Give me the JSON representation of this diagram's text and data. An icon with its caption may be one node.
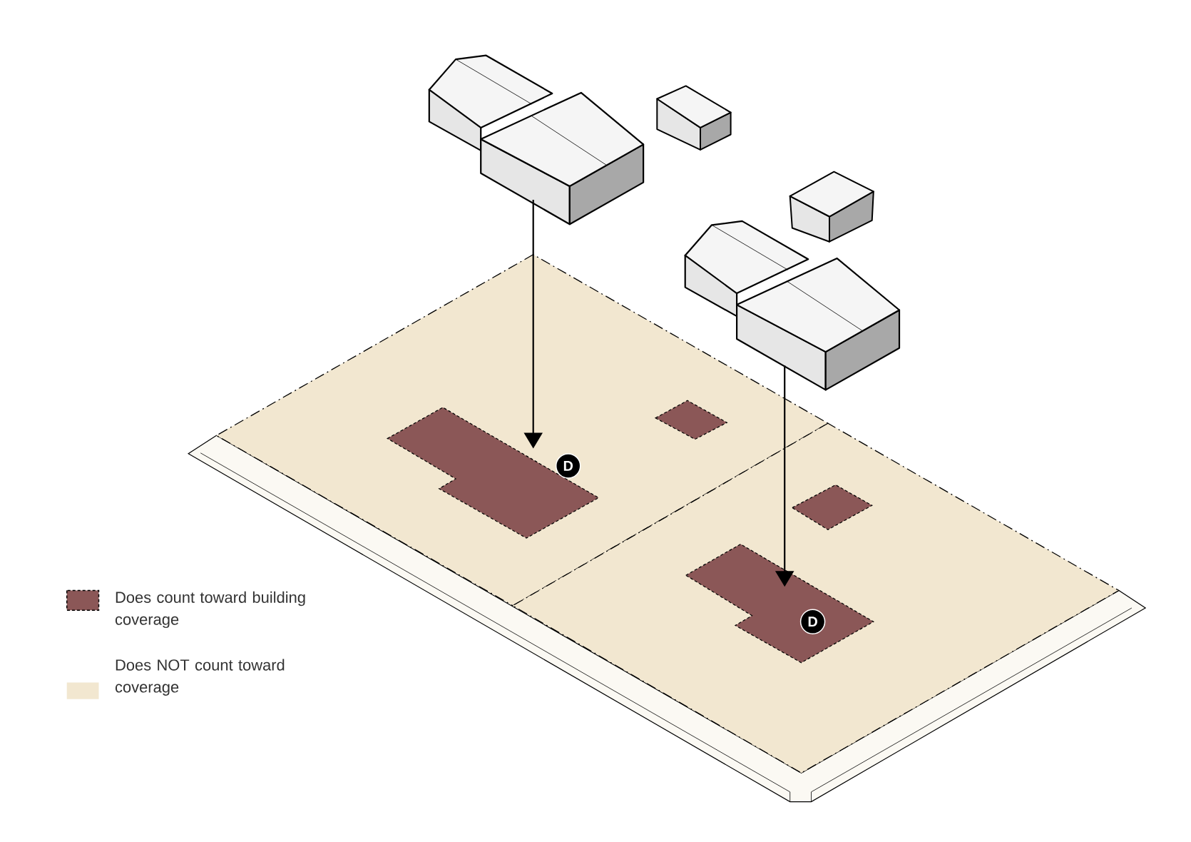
{
  "diagram": {
    "nodes": [
      {
        "text": [],
        "shape": "house"
      },
      {
        "text": [],
        "shape": "box"
      },
      {
        "text": [
          "D"
        ]
      },
      {
        "text": [],
        "shape": "house"
      },
      {
        "text": [],
        "shape": "box"
      },
      {
        "text": [
          "D"
        ],
        "in": 4
      },
      {
        "text": [],
        "shape": "diamond"
      },
      {
        "text": [],
        "shape": "diamond"
      }
    ],
    "edges": [
      {
        "from": 0,
        "to": 1,
        "arrow": "to"
      },
      {
        "from": 3,
        "to": 4,
        "arrow": "to"
      }
    ],
    "legend": [
      {
        "text": "Does count toward building coverage",
        "color": "#8b5757"
      },
      {
        "text": "Does NOT count toward coverage",
        "color": "#f2e7d0"
      }
    ]
  }
}
